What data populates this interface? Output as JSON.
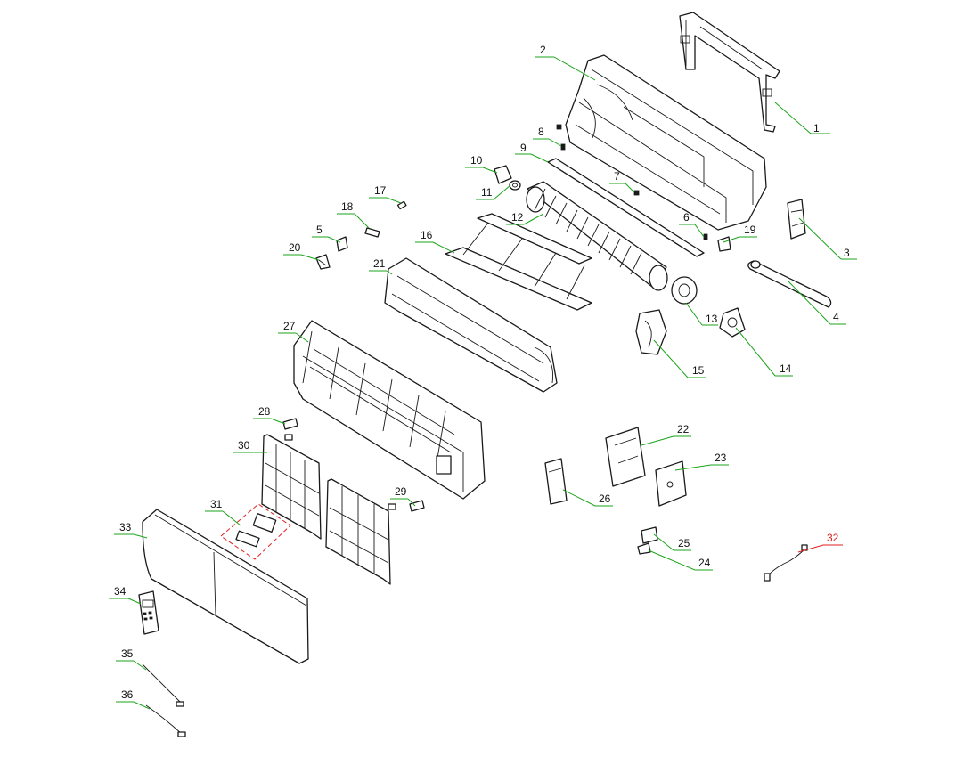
{
  "diagram": {
    "leader_color": "#1aa51a",
    "label_color": "#111111",
    "highlight_color": "#e0201e",
    "parts": [
      {
        "id": "1",
        "label": "1"
      },
      {
        "id": "2",
        "label": "2"
      },
      {
        "id": "3",
        "label": "3"
      },
      {
        "id": "4",
        "label": "4"
      },
      {
        "id": "5",
        "label": "5"
      },
      {
        "id": "6",
        "label": "6"
      },
      {
        "id": "7",
        "label": "7"
      },
      {
        "id": "8",
        "label": "8"
      },
      {
        "id": "9",
        "label": "9"
      },
      {
        "id": "10",
        "label": "10"
      },
      {
        "id": "11",
        "label": "11"
      },
      {
        "id": "12",
        "label": "12"
      },
      {
        "id": "13",
        "label": "13"
      },
      {
        "id": "14",
        "label": "14"
      },
      {
        "id": "15",
        "label": "15"
      },
      {
        "id": "16",
        "label": "16"
      },
      {
        "id": "17",
        "label": "17"
      },
      {
        "id": "18",
        "label": "18"
      },
      {
        "id": "19",
        "label": "19"
      },
      {
        "id": "20",
        "label": "20"
      },
      {
        "id": "21",
        "label": "21"
      },
      {
        "id": "22",
        "label": "22"
      },
      {
        "id": "23",
        "label": "23"
      },
      {
        "id": "24",
        "label": "24"
      },
      {
        "id": "25",
        "label": "25"
      },
      {
        "id": "26",
        "label": "26"
      },
      {
        "id": "27",
        "label": "27"
      },
      {
        "id": "28",
        "label": "28"
      },
      {
        "id": "29",
        "label": "29"
      },
      {
        "id": "30",
        "label": "30"
      },
      {
        "id": "31",
        "label": "31"
      },
      {
        "id": "32",
        "label": "32",
        "highlight": true
      },
      {
        "id": "33",
        "label": "33"
      },
      {
        "id": "34",
        "label": "34"
      },
      {
        "id": "35",
        "label": "35"
      },
      {
        "id": "36",
        "label": "36"
      }
    ]
  }
}
